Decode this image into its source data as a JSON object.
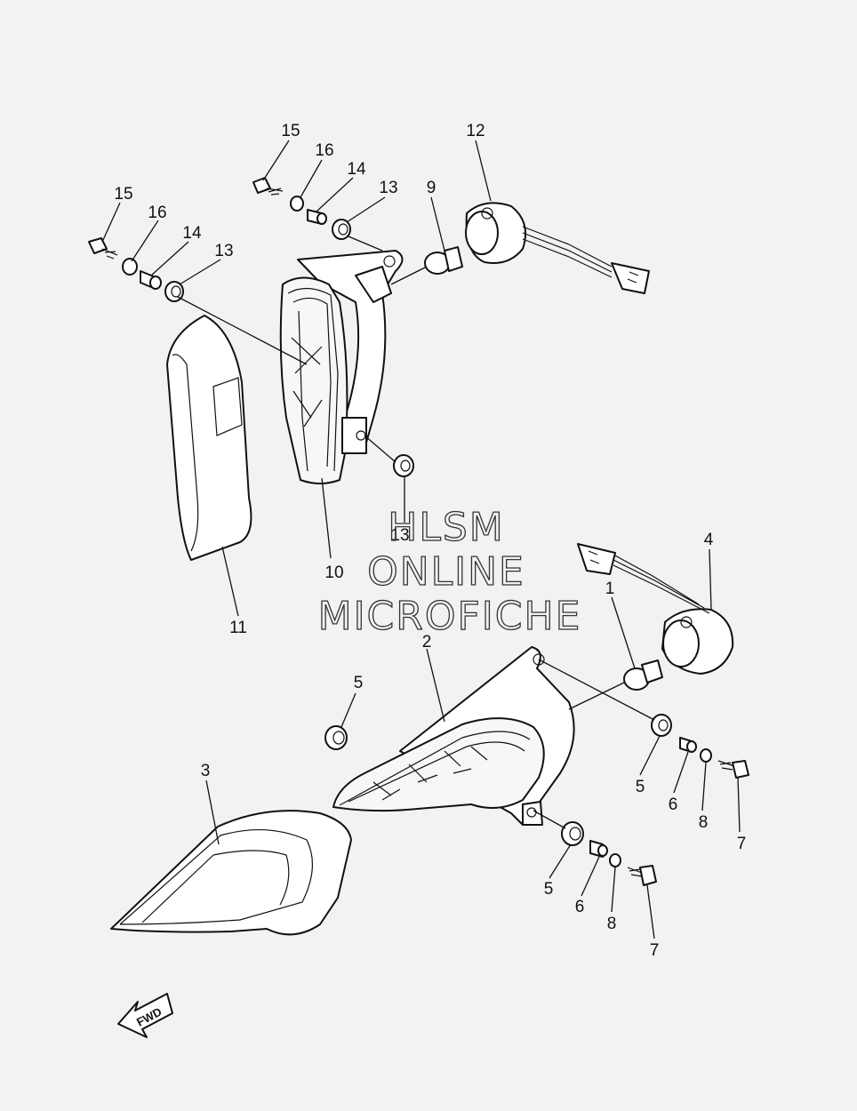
{
  "diagram": {
    "watermark": [
      "HLSM",
      "ONLINE",
      "MICROFICHE"
    ],
    "direction_label": "FWD",
    "callouts": {
      "c1": "1",
      "c2": "2",
      "c3": "3",
      "c4": "4",
      "c5a": "5",
      "c5b": "5",
      "c5c": "5",
      "c6a": "6",
      "c6b": "6",
      "c7a": "7",
      "c7b": "7",
      "c8a": "8",
      "c8b": "8",
      "c9": "9",
      "c10": "10",
      "c11": "11",
      "c12": "12",
      "c13a": "13",
      "c13b": "13",
      "c13c": "13",
      "c14a": "14",
      "c14b": "14",
      "c15a": "15",
      "c15b": "15",
      "c16a": "16",
      "c16b": "16"
    }
  }
}
